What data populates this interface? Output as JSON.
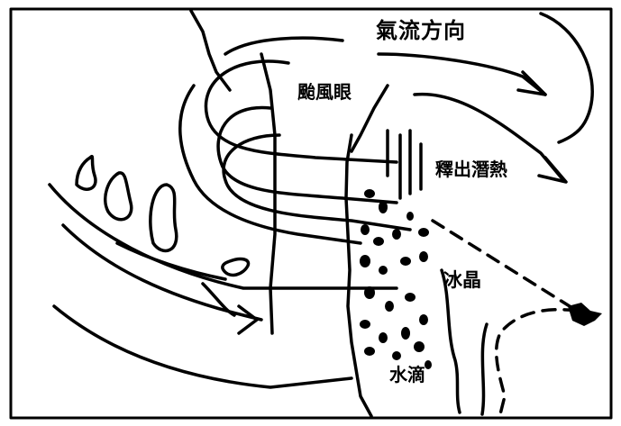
{
  "diagram": {
    "labels": {
      "airflow_direction": "氣流方向",
      "hurricane_eye": "颱風眼",
      "latent_heat_release": "釋出潛熱",
      "ice_crystals": "冰晶",
      "water_droplets": "水滴"
    },
    "colors": {
      "ink": "#000000",
      "background": "#ffffff"
    }
  }
}
